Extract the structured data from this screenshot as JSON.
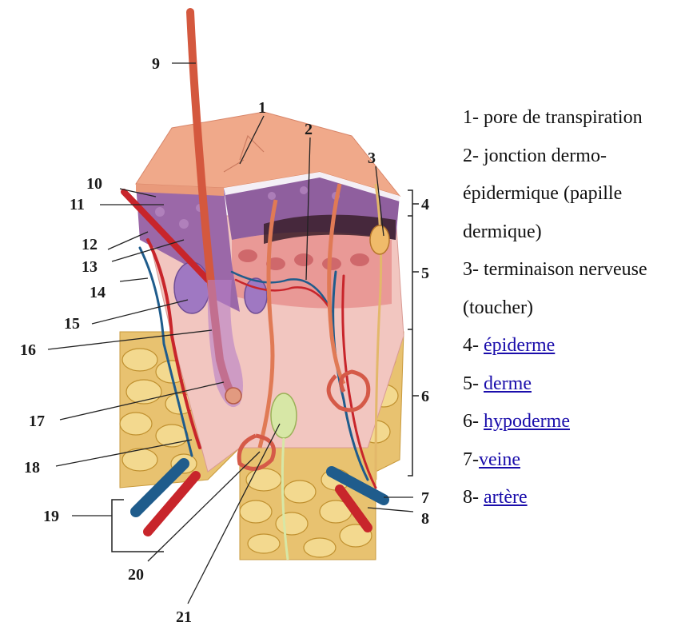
{
  "colors": {
    "epidermis_top": "#f0a98a",
    "epidermis_purple": "#9b68a8",
    "dermis": "#f2c6c0",
    "hypodermis_fat": "#e8c270",
    "artery": "#c8252b",
    "vein": "#1f5c8c",
    "hair": "#d4583e",
    "link": "#1a0dab"
  },
  "labels": {
    "n1": "1",
    "n2": "2",
    "n3": "3",
    "n4": "4",
    "n5": "5",
    "n6": "6",
    "n7": "7",
    "n8": "8",
    "n9": "9",
    "n10": "10",
    "n11": "11",
    "n12": "12",
    "n13": "13",
    "n14": "14",
    "n15": "15",
    "n16": "16",
    "n17": "17",
    "n18": "18",
    "n19": "19",
    "n20": "20",
    "n21": "21"
  },
  "legend": [
    {
      "prefix": "1- ",
      "text": "pore de transpiration",
      "link": false
    },
    {
      "prefix": "2- ",
      "text": "jonction dermo-",
      "link": false
    },
    {
      "prefix": "",
      "text": "épidermique (papille",
      "link": false
    },
    {
      "prefix": "",
      "text": "dermique)",
      "link": false
    },
    {
      "prefix": "3- ",
      "text": "terminaison nerveuse",
      "link": false
    },
    {
      "prefix": "",
      "text": "(toucher)",
      "link": false
    },
    {
      "prefix": "4- ",
      "text": "épiderme",
      "link": true
    },
    {
      "prefix": "5- ",
      "text": "derme",
      "link": true
    },
    {
      "prefix": "6- ",
      "text": "hypoderme",
      "link": true
    },
    {
      "prefix": "7-",
      "text": "veine",
      "link": true
    },
    {
      "prefix": "8- ",
      "text": "artère",
      "link": true
    }
  ]
}
